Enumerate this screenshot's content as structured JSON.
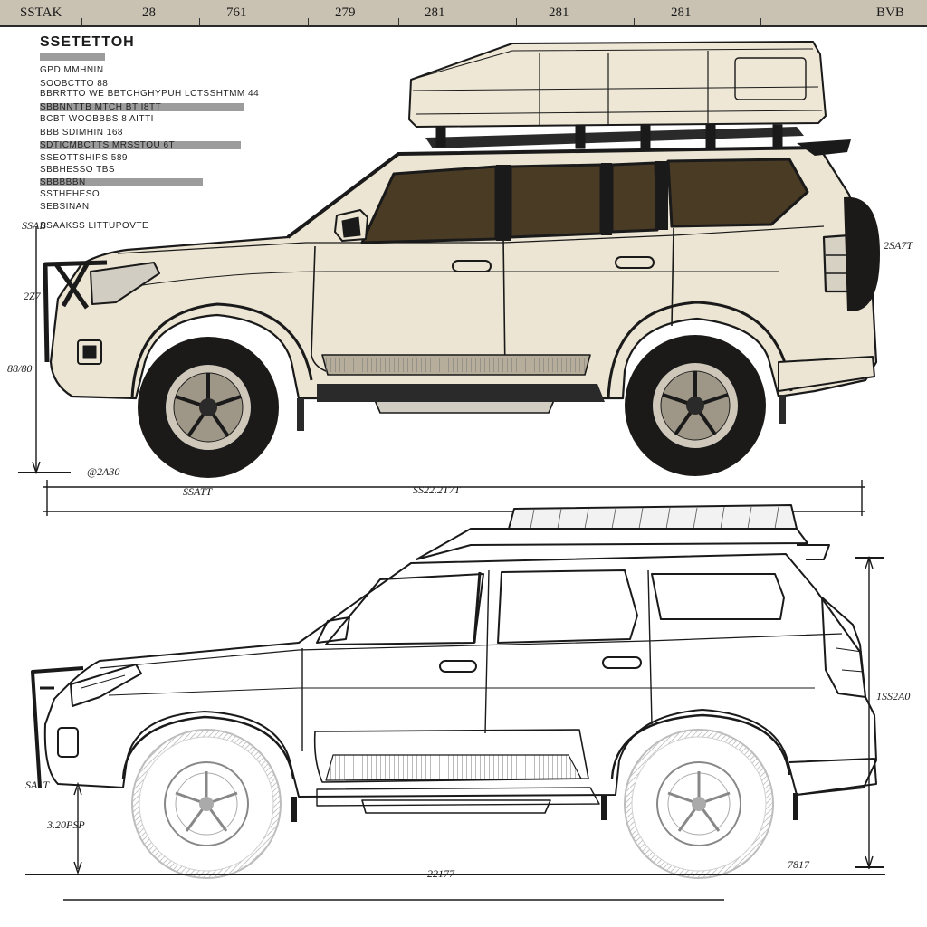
{
  "ruler": {
    "labels": [
      "SSTAK",
      "28",
      "761",
      "279",
      "281",
      "281",
      "281",
      "BVB"
    ]
  },
  "spec_panel": {
    "title": "SSETETTOH",
    "lines": [
      "GPDIMMHNIN",
      "SOOBCTTO 88",
      "BBRRTTO WE BBTCHGHYPUH LCTSSHTMM 44",
      "SBBNNTTB MTCH     BT        I8TT",
      "BCBT WOOBBBS 8 AITTI",
      "BBB SDIMHIN 168",
      "SDTICMBCTTS MRSSTOU         6T",
      "SSEOTTSHIPS 589",
      "SBBHESSO TBS",
      "SBBBBBN",
      "SSTHEHESO",
      "SEBSINAN",
      "SSAAKSS LITTUPOVTE"
    ]
  },
  "dimensions": {
    "top_left_height": "SSAB",
    "top_bumper_height": "2Z7",
    "top_ground_clearance": "88/80",
    "top_ground_tick": "@2A30",
    "top_front_overhang": "SSATT",
    "top_length": "SS22.2T7T",
    "top_rear_height": "2SA7T",
    "bottom_front_height": "SA1T",
    "bottom_ground_clearance": "3.20PSP",
    "bottom_length": "22177",
    "bottom_rear_overhang": "7817",
    "bottom_overall_height": "1SS2A0"
  },
  "colors": {
    "body_fill": "#ece5d3",
    "roof_box_fill": "#eee7d5",
    "glass_fill": "#4a3b25",
    "tire_fill": "#1c1a18",
    "ruler_fill": "#c9c1b2",
    "line_color": "#1a1a1a"
  }
}
